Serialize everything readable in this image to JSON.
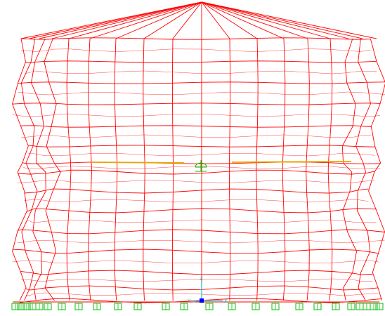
{
  "colors": {
    "background": "#ffffff",
    "frame": "#ff0000",
    "highlight": "#e8a400",
    "supports": "#00c000",
    "axes": "#00c8d8",
    "axes_origin": "#0000ff"
  },
  "axes": {
    "z_label": "Z",
    "y_label": "Y",
    "x_label": "X"
  },
  "icons": {
    "support": "pinned-support-icon",
    "center_marker": "center-node-icon",
    "axes": "coordinate-axes-icon"
  }
}
